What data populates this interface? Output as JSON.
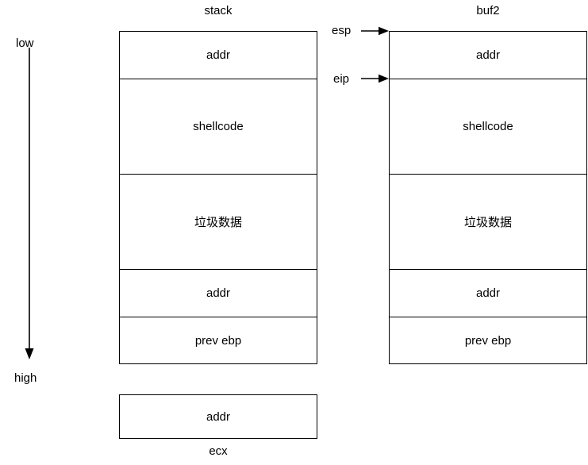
{
  "diagram": {
    "axis": {
      "low_label": "low",
      "high_label": "high"
    },
    "columns": [
      {
        "title": "stack",
        "title_position": "top",
        "cells": [
          {
            "text": "addr"
          },
          {
            "text": "shellcode"
          },
          {
            "text": "垃圾数据"
          },
          {
            "text": "addr"
          },
          {
            "text": "prev ebp"
          }
        ]
      },
      {
        "title": "buf2",
        "title_position": "top",
        "cells": [
          {
            "text": "addr"
          },
          {
            "text": "shellcode"
          },
          {
            "text": "垃圾数据"
          },
          {
            "text": "addr"
          },
          {
            "text": "prev ebp"
          }
        ]
      }
    ],
    "pointers": [
      {
        "label": "esp",
        "target": "buf2-cell-top"
      },
      {
        "label": "eip",
        "target": "buf2-cell-second"
      }
    ],
    "extra_box": {
      "text": "addr",
      "caption": "ecx",
      "caption_position": "bottom"
    }
  }
}
